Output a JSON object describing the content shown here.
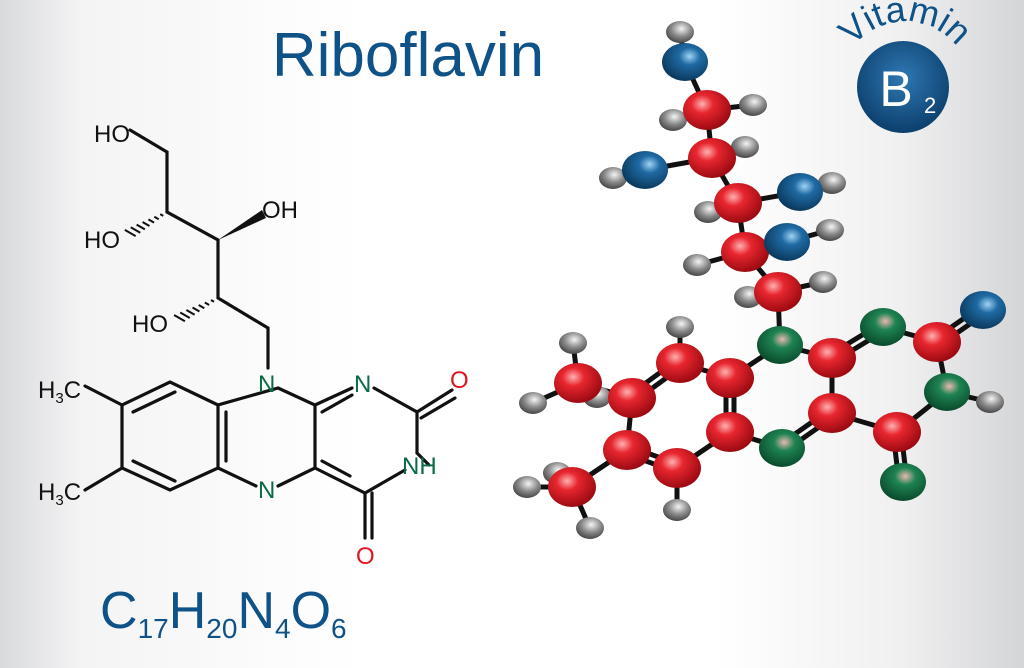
{
  "title": "Riboflavin",
  "formula": {
    "parts": [
      "C",
      "17",
      "H",
      "20",
      "N",
      "4",
      "O",
      "6"
    ]
  },
  "badge": {
    "arc_text": "Vitamin",
    "letter": "B",
    "subscript": "2"
  },
  "structure_labels": {
    "ho_top": "HO",
    "ho_2": "HO",
    "oh_3": "OH",
    "ho_4": "HO",
    "methyl_top": "H3C",
    "methyl_bottom": "H3C",
    "n10": "N",
    "n1": "N",
    "n5": "N",
    "nh": "NH",
    "o2": "O",
    "o4": "O"
  },
  "colors": {
    "brand_blue": "#0f5287",
    "oxygen_label": "#e0141e",
    "nitrogen_label": "#0b6b45",
    "carbon_ball": "#e0202b",
    "oxygen_ball": "#1a5e92",
    "nitrogen_ball": "#1a7a4c",
    "hydrogen_ball": "#888888"
  }
}
